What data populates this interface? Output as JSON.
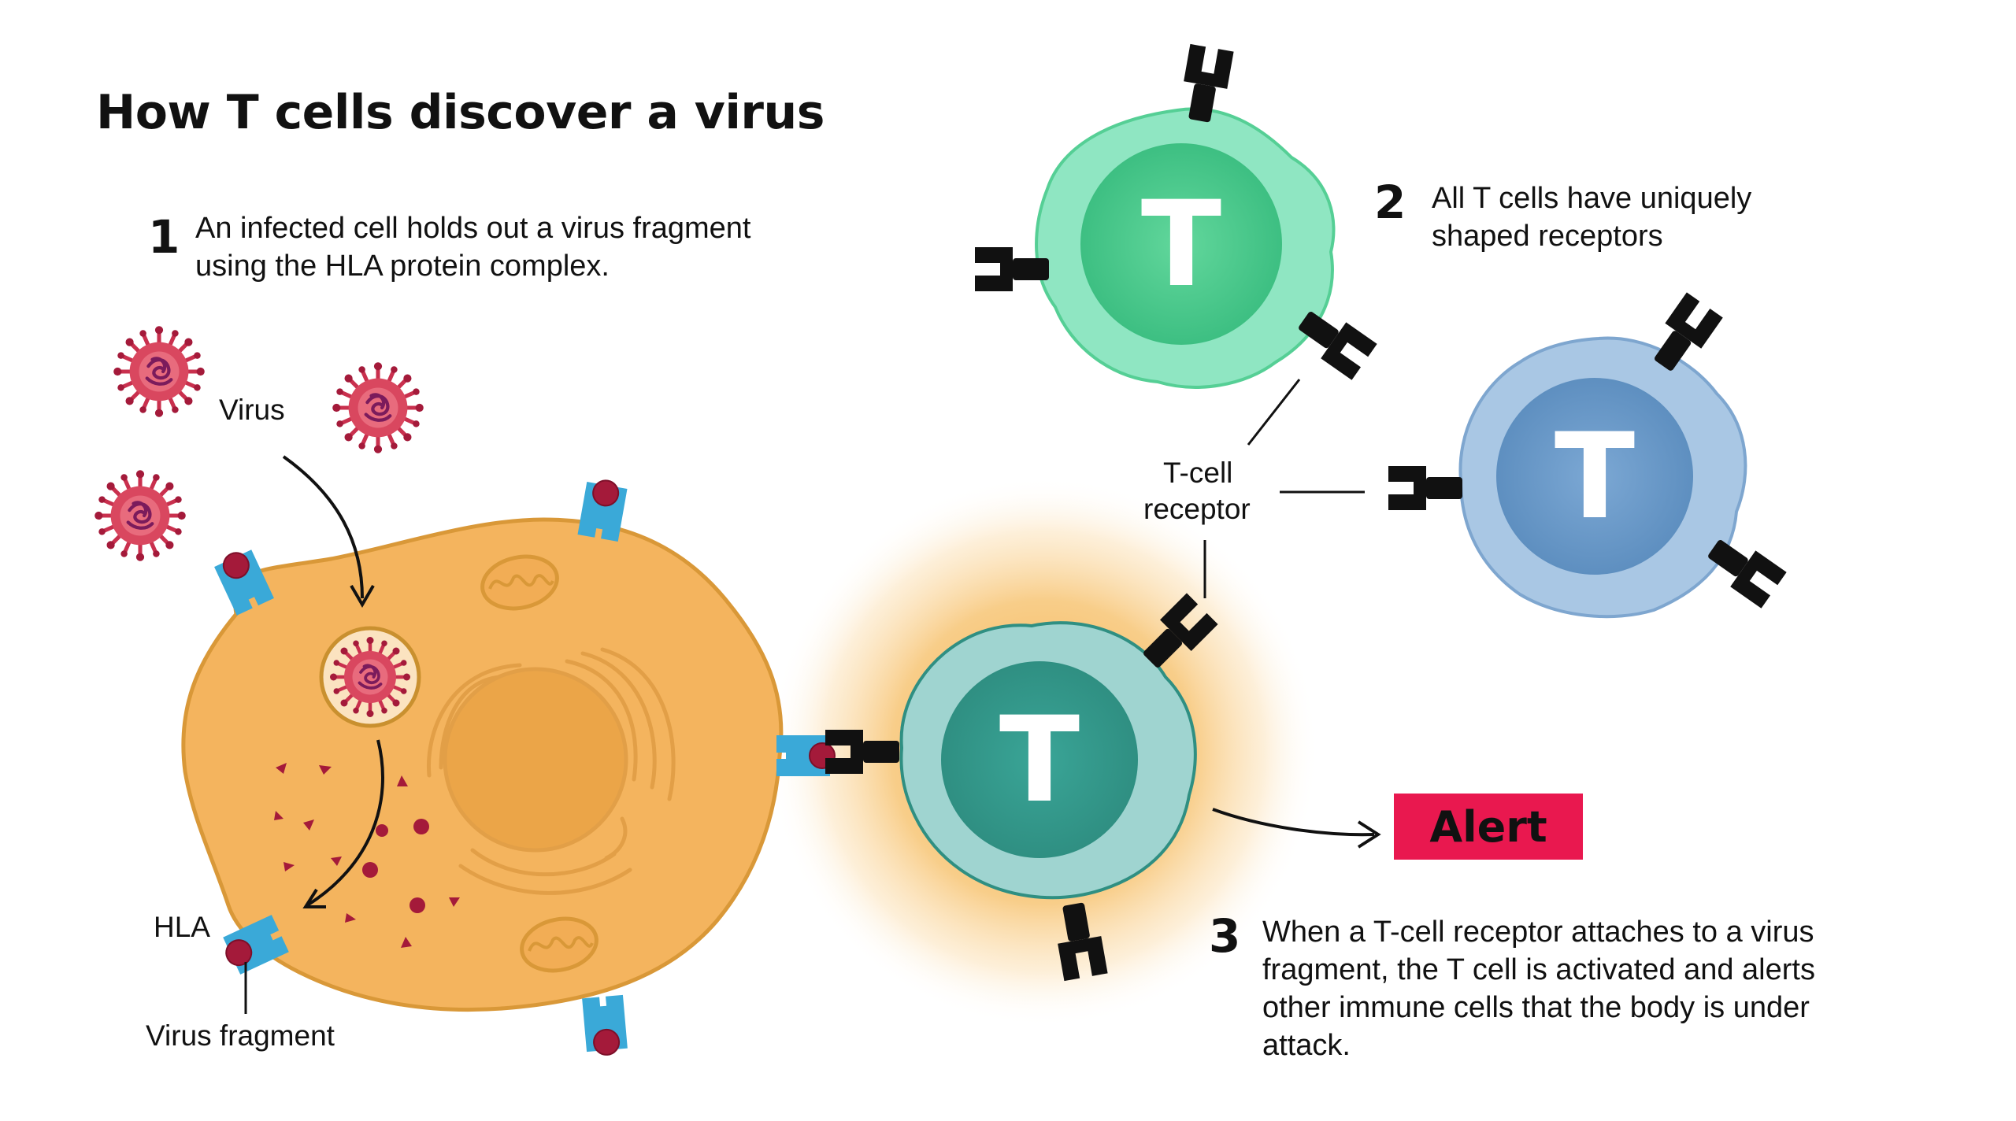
{
  "title": "How T cells discover a virus",
  "steps": [
    {
      "number": "1",
      "text": "An infected cell holds out a virus fragment using the HLA protein complex."
    },
    {
      "number": "2",
      "text": "All T cells have uniquely shaped receptors"
    },
    {
      "number": "3",
      "text": "When a T-cell receptor attaches to a virus fragment, the T cell is activated and alerts other immune cells that the body is under attack."
    }
  ],
  "labels": {
    "virus": "Virus",
    "tcell_receptor_line1": "T-cell",
    "tcell_receptor_line2": "receptor",
    "hla": "HLA",
    "virus_fragment": "Virus fragment",
    "t_letter": "T"
  },
  "alert": "Alert",
  "colors": {
    "infected_cell": "#f4b45e",
    "infected_cell_outline": "#d99838",
    "hla_protein": "#3aa9d8",
    "virus_fragment": "#a41a3a",
    "virus": "#c9304e",
    "green_tcell": "#8fe6c2",
    "blue_tcell": "#a9c7e4",
    "activated_tcell": "#9fd4d0",
    "receptor": "#111111",
    "alert": "#e9184f",
    "glow": "#f3a93a"
  }
}
